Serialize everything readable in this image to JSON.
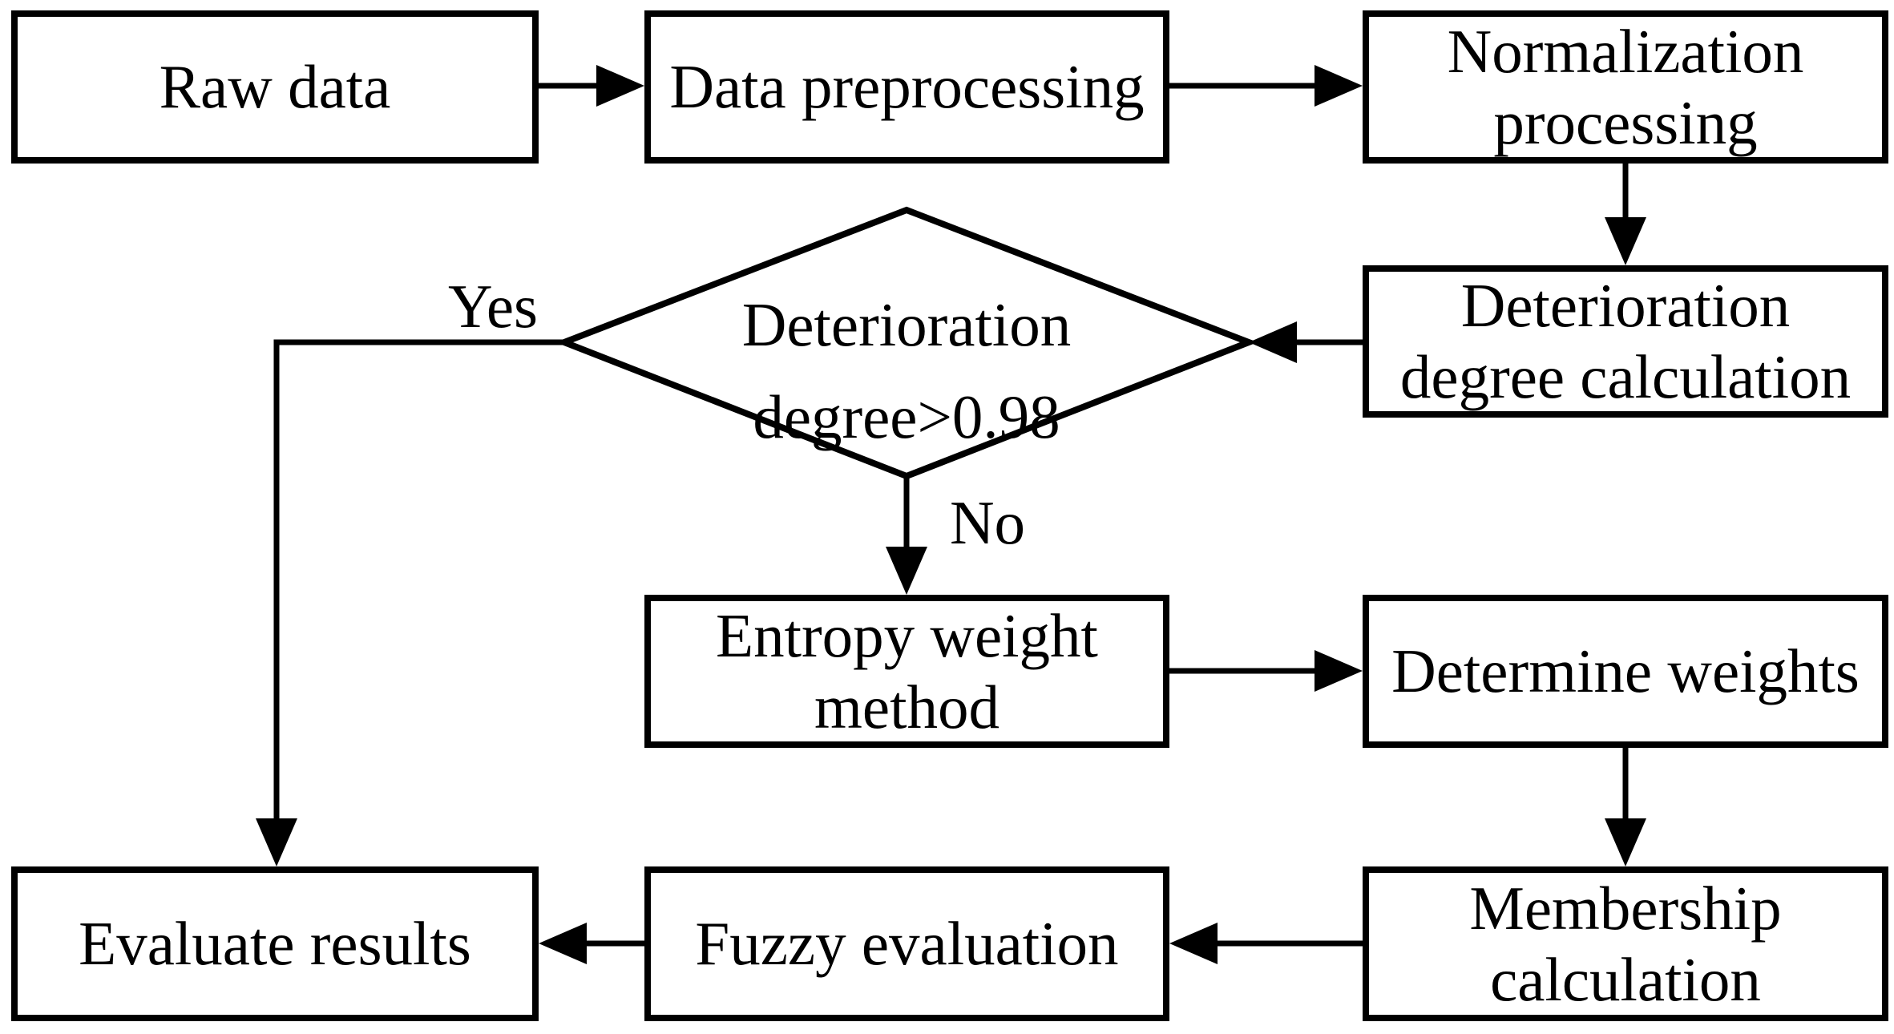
{
  "diagram": {
    "type": "flowchart",
    "colors": {
      "stroke": "#000000",
      "node_fill": "#ffffff",
      "background": "#ffffff",
      "text": "#000000"
    },
    "nodes": {
      "raw_data": {
        "label": "Raw data",
        "shape": "rect"
      },
      "data_preprocessing": {
        "label": "Data preprocessing",
        "shape": "rect"
      },
      "normalization": {
        "label": "Normalization\nprocessing",
        "shape": "rect"
      },
      "deterioration_calc": {
        "label": "Deterioration\ndegree calculation",
        "shape": "rect"
      },
      "decision": {
        "label": "Deterioration\ndegree>0.98",
        "shape": "diamond"
      },
      "entropy": {
        "label": "Entropy weight\nmethod",
        "shape": "rect"
      },
      "determine_weights": {
        "label": "Determine weights",
        "shape": "rect"
      },
      "membership": {
        "label": "Membership\ncalculation",
        "shape": "rect"
      },
      "fuzzy_evaluation": {
        "label": "Fuzzy evaluation",
        "shape": "rect"
      },
      "evaluate_results": {
        "label": "Evaluate results",
        "shape": "rect"
      }
    },
    "edges": {
      "yes_label": "Yes",
      "no_label": "No",
      "list": [
        "raw_data -> data_preprocessing",
        "data_preprocessing -> normalization",
        "normalization -> deterioration_calc",
        "deterioration_calc -> decision",
        "decision -(No)-> entropy",
        "decision -(Yes)-> evaluate_results",
        "entropy -> determine_weights",
        "determine_weights -> membership",
        "membership -> fuzzy_evaluation",
        "fuzzy_evaluation -> evaluate_results"
      ]
    }
  }
}
